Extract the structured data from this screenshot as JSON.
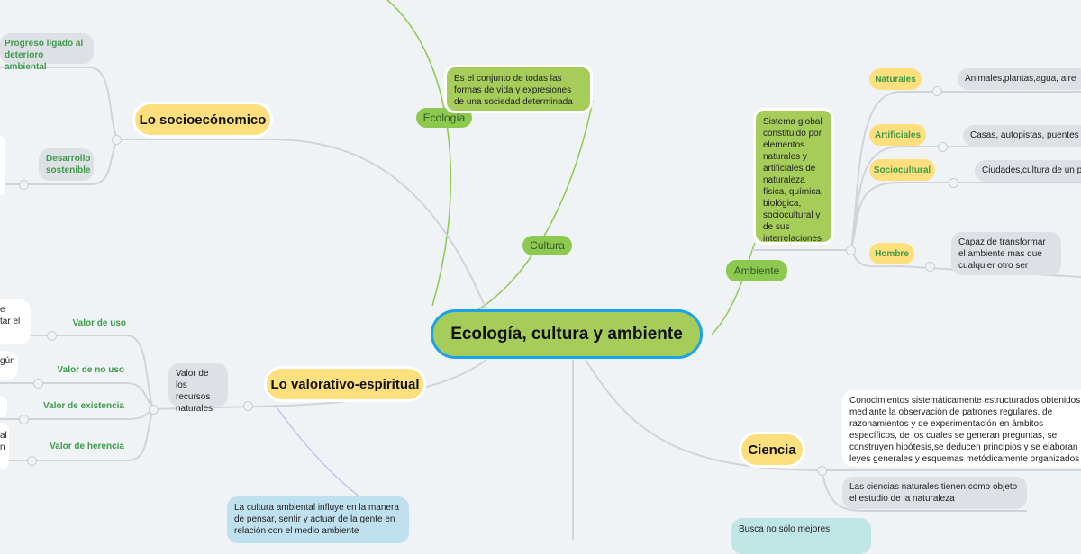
{
  "central": "Ecología, cultura  y ambiente",
  "branches": {
    "ecologia": {
      "label": "Ecología",
      "definition": "Es el conjunto de todas las formas de vida y expresiones de una sociedad determinada"
    },
    "cultura": {
      "label": "Cultura"
    },
    "ambiente": {
      "label": "Ambiente",
      "definition": "Sistema global constituido por elementos naturales y artificiales de naturaleza física, química, biológica, sociocultural y de sus interrelaciones",
      "children": [
        {
          "label": "Naturales",
          "detail": "Animales,plantas,agua, aire"
        },
        {
          "label": "Artificiales",
          "detail": "Casas, autopistas, puentes"
        },
        {
          "label": "Sociocultural",
          "detail": "Ciudades,cultura de un p"
        },
        {
          "label": "Hombre",
          "detail": "Capaz de transformar el ambiente mas que cualquier otro ser"
        }
      ]
    },
    "socioeconomico": {
      "label": "Lo socioecónomico",
      "children": [
        "Progreso ligado al deterioro ambiental",
        "Desarrollo sostenible"
      ]
    },
    "valorativo": {
      "label": "Lo valorativo-espiritual",
      "sub": "Valor de los recursos naturales",
      "values": [
        "Valor de uso",
        "Valor de no uso",
        "Valor de existencia",
        "Valor de herencia"
      ],
      "partials": [
        "e\ntar el",
        "gún",
        "al\nn"
      ],
      "note": "La cultura ambiental influye en la manera de pensar, sentir y actuar de la gente en relación con el medio ambiente"
    },
    "ciencia": {
      "label": "Ciencia",
      "definition": "Conocimientos sistemáticamente estructurados obtenidos mediante la observación de patrones regulares, de razonamientos y de experimentación en ámbitos específicos, de los cuales se generan preguntas, se construyen hipótesis,se deducen principios y se elaboran leyes generales y esquemas metódicamente organizados",
      "note": "Las ciencias naturales tienen como objeto el estudio de la naturaleza"
    },
    "extra": {
      "text": "Busca no sólo mejores"
    }
  }
}
